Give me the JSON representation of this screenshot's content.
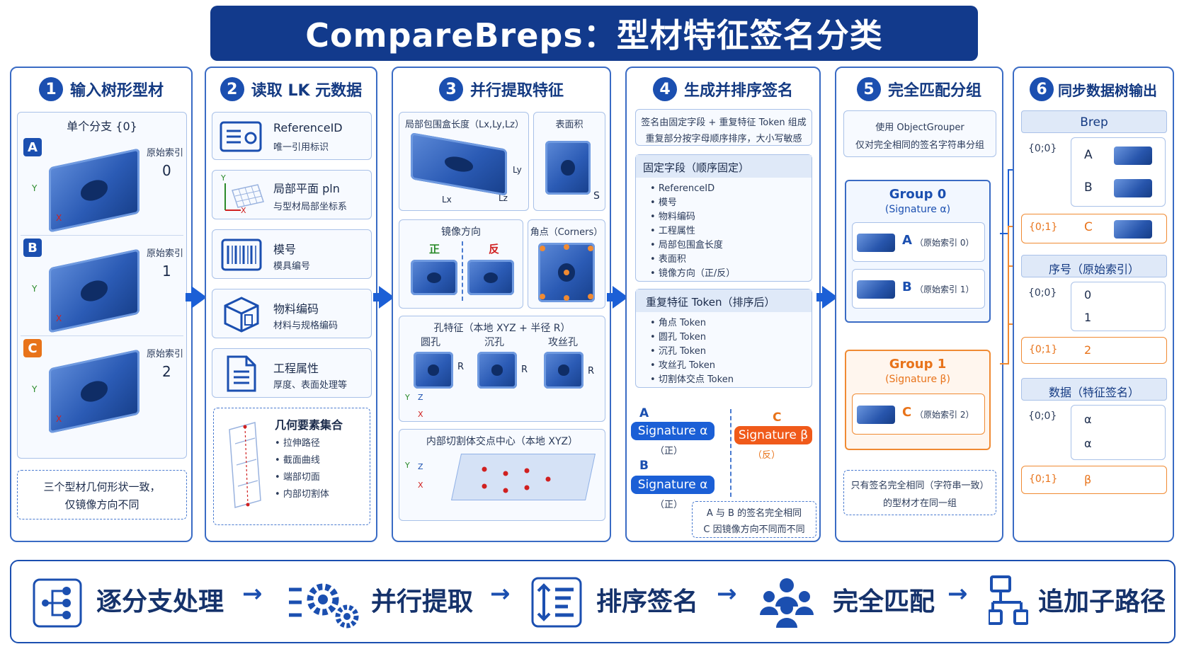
{
  "title": "CompareBreps：型材特征签名分类",
  "panels": {
    "p1": {
      "num": "1",
      "title": "输入树形型材",
      "branch": "单个分支 {0}",
      "items": [
        {
          "letter": "A",
          "idx_label": "原始索引",
          "idx": "0",
          "color": "#1b4fb0"
        },
        {
          "letter": "B",
          "idx_label": "原始索引",
          "idx": "1",
          "color": "#1b4fb0"
        },
        {
          "letter": "C",
          "idx_label": "原始索引",
          "idx": "2",
          "color": "#e8731a"
        }
      ],
      "axis_y": "Y",
      "axis_x": "X",
      "note_line1": "三个型材几何形状一致，",
      "note_line2": "仅镜像方向不同"
    },
    "p2": {
      "num": "2",
      "title": "读取 LK 元数据",
      "items": [
        {
          "title": "ReferenceID",
          "sub": "唯一引用标识",
          "icon": "id-card-icon"
        },
        {
          "title": "局部平面 pln",
          "sub": "与型材局部坐标系",
          "icon": "plane-grid-icon"
        },
        {
          "title": "模号",
          "sub": "模具编号",
          "icon": "barcode-icon"
        },
        {
          "title": "物料编码",
          "sub": "材料与规格编码",
          "icon": "cube-icon"
        },
        {
          "title": "工程属性",
          "sub": "厚度、表面处理等",
          "icon": "document-icon"
        }
      ],
      "axis_y": "Y",
      "axis_x": "X",
      "geo_title": "几何要素集合",
      "geo_items": [
        "拉伸路径",
        "截面曲线",
        "端部切面",
        "内部切割体"
      ]
    },
    "p3": {
      "num": "3",
      "title": "并行提取特征",
      "bbox_title": "局部包围盒长度（Lx,Ly,Lz）",
      "bbox_lx": "Lx",
      "bbox_ly": "Ly",
      "bbox_lz": "Lz",
      "area_title": "表面积",
      "area_s": "S",
      "mirror_title": "镜像方向",
      "mirror_pos": "正",
      "mirror_neg": "反",
      "corner_title": "角点（Corners）",
      "hole_title": "孔特征（本地 XYZ + 半径 R）",
      "hole_types": [
        "圆孔",
        "沉孔",
        "攻丝孔"
      ],
      "hole_r": "R",
      "axis_y": "Y",
      "axis_z": "Z",
      "axis_x": "X",
      "cut_title": "内部切割体交点中心（本地 XYZ）"
    },
    "p4": {
      "num": "4",
      "title": "生成并排序签名",
      "desc_line1": "签名由固定字段 + 重复特征 Token 组成",
      "desc_line2": "重复部分按字母顺序排序，大小写敏感",
      "fixed_title": "固定字段（顺序固定）",
      "fixed_items": [
        "ReferenceID",
        "模号",
        "物料编码",
        "工程属性",
        "局部包围盒长度",
        "表面积",
        "镜像方向（正/反）"
      ],
      "repeat_title": "重复特征 Token（排序后）",
      "repeat_items": [
        "角点 Token",
        "圆孔 Token",
        "沉孔 Token",
        "攻丝孔 Token",
        "切割体交点 Token"
      ],
      "sig_a_letter": "A",
      "sig_a": "Signature α",
      "sig_a_dir": "（正）",
      "sig_b_letter": "B",
      "sig_b": "Signature α",
      "sig_b_dir": "（正）",
      "sig_c_letter": "C",
      "sig_c": "Signature β",
      "sig_c_dir": "（反）",
      "note_line1": "A 与 B 的签名完全相同",
      "note_line2": "C 因镜像方向不同而不同"
    },
    "p5": {
      "num": "5",
      "title": "完全匹配分组",
      "desc_line1": "使用 ObjectGrouper",
      "desc_line2": "仅对完全相同的签名字符串分组",
      "g0_title": "Group 0",
      "g0_sig": "(Signature α)",
      "g0_items": [
        {
          "letter": "A",
          "idx": "（原始索引 0）"
        },
        {
          "letter": "B",
          "idx": "（原始索引 1）"
        }
      ],
      "g1_title": "Group 1",
      "g1_sig": "(Signature β)",
      "g1_items": [
        {
          "letter": "C",
          "idx": "（原始索引 2）"
        }
      ],
      "note_line1": "只有签名完全相同（字符串一致）",
      "note_line2": "的型材才在同一组"
    },
    "p6": {
      "num": "6",
      "title": "同步数据树输出",
      "brep_title": "Brep",
      "brep_rows": [
        {
          "path": "{0;0}",
          "items": [
            "A",
            "B"
          ]
        },
        {
          "path": "{0;1}",
          "items": [
            "C"
          ]
        }
      ],
      "idx_title": "序号（原始索引）",
      "idx_rows": [
        {
          "path": "{0;0}",
          "items": [
            "0",
            "1"
          ]
        },
        {
          "path": "{0;1}",
          "items": [
            "2"
          ]
        }
      ],
      "data_title": "数据（特征签名）",
      "data_rows": [
        {
          "path": "{0;0}",
          "items": [
            "α",
            "α"
          ]
        },
        {
          "path": "{0;1}",
          "items": [
            "β"
          ]
        }
      ]
    }
  },
  "flow": {
    "steps": [
      "逐分支处理",
      "并行提取",
      "排序签名",
      "完全匹配",
      "追加子路径"
    ],
    "arrow": "→"
  }
}
